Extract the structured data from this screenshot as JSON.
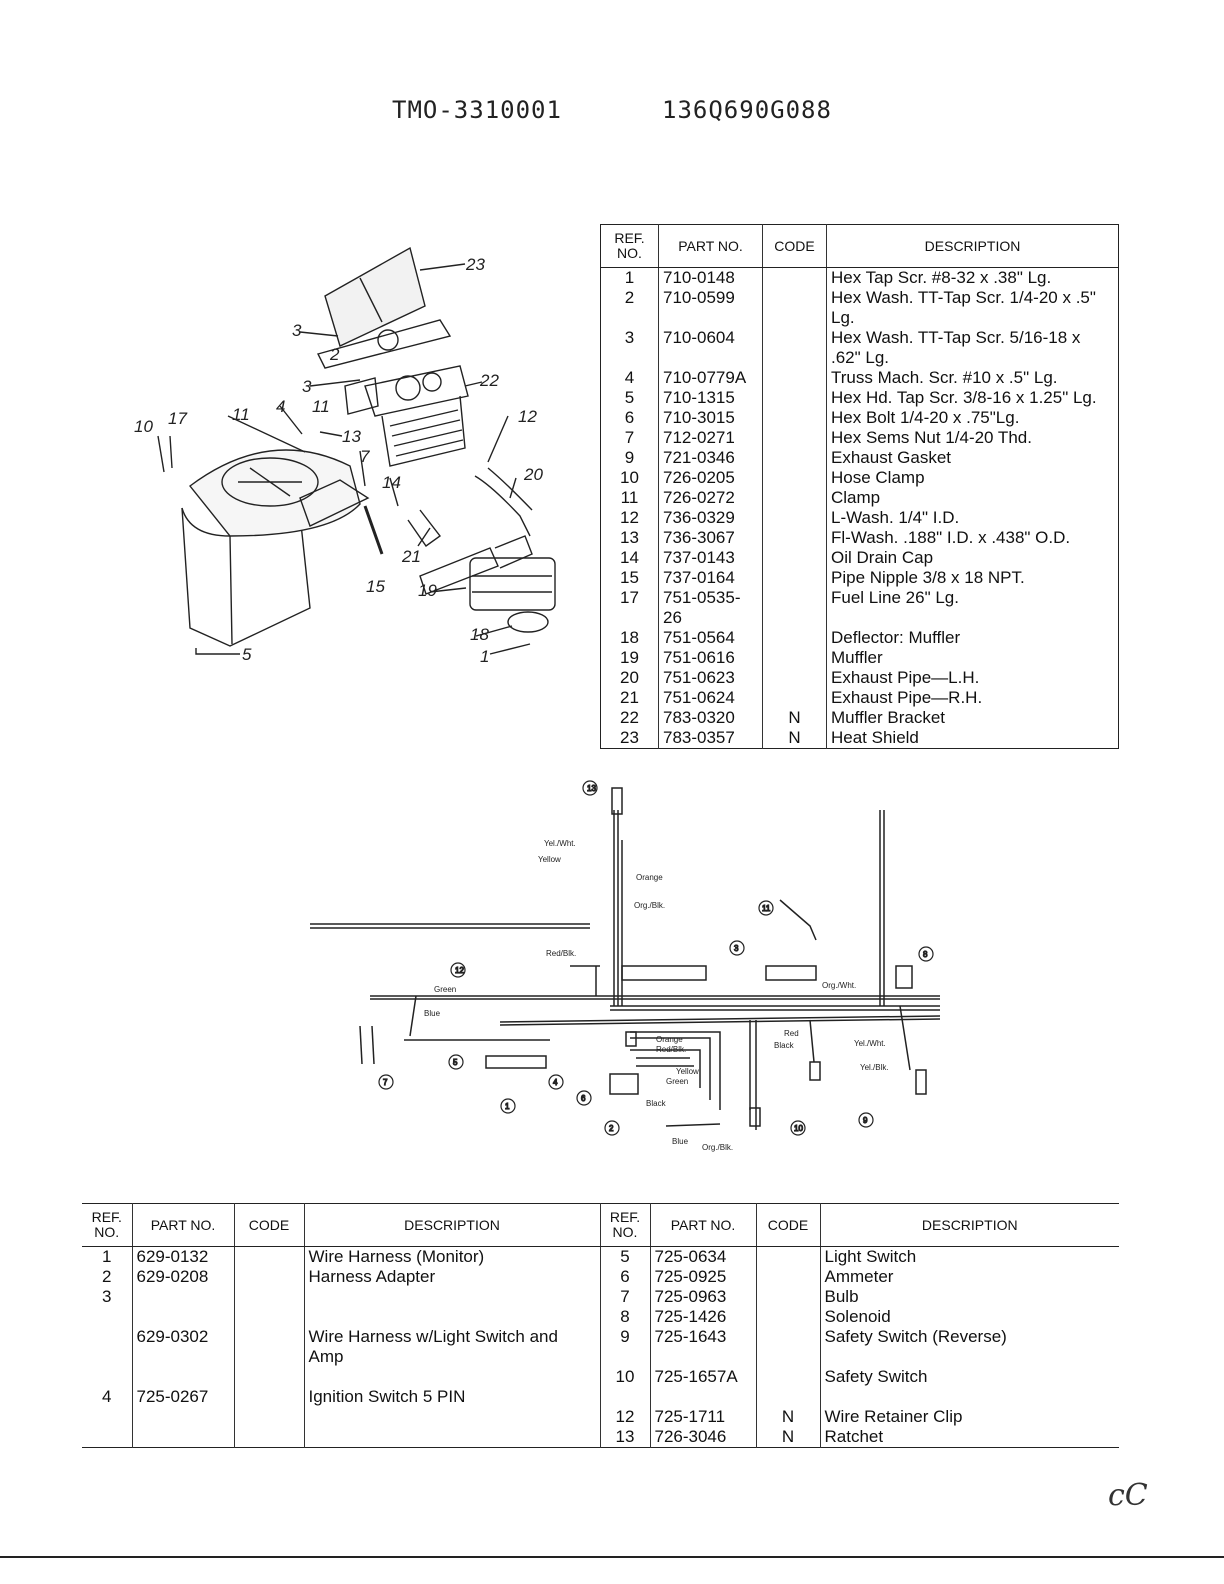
{
  "header": {
    "model_left": "TMO-3310001",
    "model_right": "136Q690G088"
  },
  "table_headers": {
    "ref": "REF. NO.",
    "part": "PART NO.",
    "code": "CODE",
    "desc": "DESCRIPTION"
  },
  "top_parts": [
    {
      "ref": "1",
      "part": "710-0148",
      "code": "",
      "desc": "Hex Tap Scr. #8-32 x .38\" Lg."
    },
    {
      "ref": "2",
      "part": "710-0599",
      "code": "",
      "desc": "Hex Wash. TT-Tap Scr. 1/4-20 x .5\" Lg."
    },
    {
      "ref": "3",
      "part": "710-0604",
      "code": "",
      "desc": "Hex Wash. TT-Tap Scr. 5/16-18 x .62\" Lg."
    },
    {
      "ref": "4",
      "part": "710-0779A",
      "code": "",
      "desc": "Truss Mach. Scr. #10 x .5\" Lg."
    },
    {
      "ref": "5",
      "part": "710-1315",
      "code": "",
      "desc": "Hex Hd. Tap Scr. 3/8-16 x 1.25\" Lg."
    },
    {
      "ref": "6",
      "part": "710-3015",
      "code": "",
      "desc": "Hex Bolt 1/4-20 x .75\"Lg."
    },
    {
      "ref": "7",
      "part": "712-0271",
      "code": "",
      "desc": "Hex Sems Nut 1/4-20 Thd."
    },
    {
      "ref": "9",
      "part": "721-0346",
      "code": "",
      "desc": "Exhaust Gasket"
    },
    {
      "ref": "10",
      "part": "726-0205",
      "code": "",
      "desc": "Hose Clamp"
    },
    {
      "ref": "11",
      "part": "726-0272",
      "code": "",
      "desc": "Clamp"
    },
    {
      "ref": "12",
      "part": "736-0329",
      "code": "",
      "desc": "L-Wash. 1/4\" I.D."
    },
    {
      "ref": "13",
      "part": "736-3067",
      "code": "",
      "desc": "Fl-Wash. .188\" I.D. x .438\" O.D."
    },
    {
      "ref": "14",
      "part": "737-0143",
      "code": "",
      "desc": "Oil Drain Cap"
    },
    {
      "ref": "15",
      "part": "737-0164",
      "code": "",
      "desc": "Pipe Nipple 3/8 x 18 NPT."
    },
    {
      "ref": "17",
      "part": "751-0535-26",
      "code": "",
      "desc": "Fuel Line 26\" Lg."
    },
    {
      "ref": "18",
      "part": "751-0564",
      "code": "",
      "desc": "Deflector: Muffler"
    },
    {
      "ref": "19",
      "part": "751-0616",
      "code": "",
      "desc": "Muffler"
    },
    {
      "ref": "20",
      "part": "751-0623",
      "code": "",
      "desc": "Exhaust Pipe—L.H."
    },
    {
      "ref": "21",
      "part": "751-0624",
      "code": "",
      "desc": "Exhaust Pipe—R.H."
    },
    {
      "ref": "22",
      "part": "783-0320",
      "code": "N",
      "desc": "Muffler Bracket"
    },
    {
      "ref": "23",
      "part": "783-0357",
      "code": "N",
      "desc": "Heat Shield"
    }
  ],
  "bottom_left": [
    {
      "ref": "1",
      "part": "629-0132",
      "code": "",
      "desc": "Wire Harness (Monitor)"
    },
    {
      "ref": "2",
      "part": "629-0208",
      "code": "",
      "desc": "Harness Adapter"
    },
    {
      "ref": "3",
      "part": "",
      "code": "",
      "desc": ""
    },
    {
      "ref": "",
      "part": "",
      "code": "",
      "desc": ""
    },
    {
      "ref": "",
      "part": "629-0302",
      "code": "",
      "desc": "Wire Harness w/Light Switch and Amp"
    },
    {
      "ref": "",
      "part": "",
      "code": "",
      "desc": ""
    },
    {
      "ref": "4",
      "part": "725-0267",
      "code": "",
      "desc": "Ignition Switch 5 PIN"
    }
  ],
  "bottom_right": [
    {
      "ref": "5",
      "part": "725-0634",
      "code": "",
      "desc": "Light Switch"
    },
    {
      "ref": "6",
      "part": "725-0925",
      "code": "",
      "desc": "Ammeter"
    },
    {
      "ref": "7",
      "part": "725-0963",
      "code": "",
      "desc": "Bulb"
    },
    {
      "ref": "8",
      "part": "725-1426",
      "code": "",
      "desc": "Solenoid"
    },
    {
      "ref": "9",
      "part": "725-1643",
      "code": "",
      "desc": "Safety Switch (Reverse)"
    },
    {
      "ref": "10",
      "part": "725-1657A",
      "code": "",
      "desc": "Safety Switch"
    },
    {
      "ref": "",
      "part": "",
      "code": "",
      "desc": ""
    },
    {
      "ref": "12",
      "part": "725-1711",
      "code": "N",
      "desc": "Wire Retainer Clip"
    },
    {
      "ref": "13",
      "part": "726-3046",
      "code": "N",
      "desc": "Ratchet"
    }
  ],
  "exploded_labels": [
    "23",
    "3",
    "2",
    "22",
    "3",
    "11",
    "4",
    "13",
    "12",
    "10",
    "17",
    "11",
    "7",
    "14",
    "20",
    "21",
    "19",
    "15",
    "18",
    "1",
    "5"
  ],
  "wire_labels": [
    "Yel./Wht.",
    "Yellow",
    "Orange",
    "Org./Blk.",
    "Red/Blk.",
    "Green",
    "Blue",
    "Org./Wht.",
    "Orange",
    "Red/Blk.",
    "Yellow",
    "Green",
    "Black",
    "Red",
    "Black",
    "Yel./Wht.",
    "Yel./Blk.",
    "Blue",
    "Org./Blk."
  ],
  "callouts": [
    "13",
    "12",
    "3",
    "7",
    "8",
    "5",
    "4",
    "1",
    "6",
    "9",
    "10",
    "2",
    "11"
  ],
  "corner_mark": "cC"
}
